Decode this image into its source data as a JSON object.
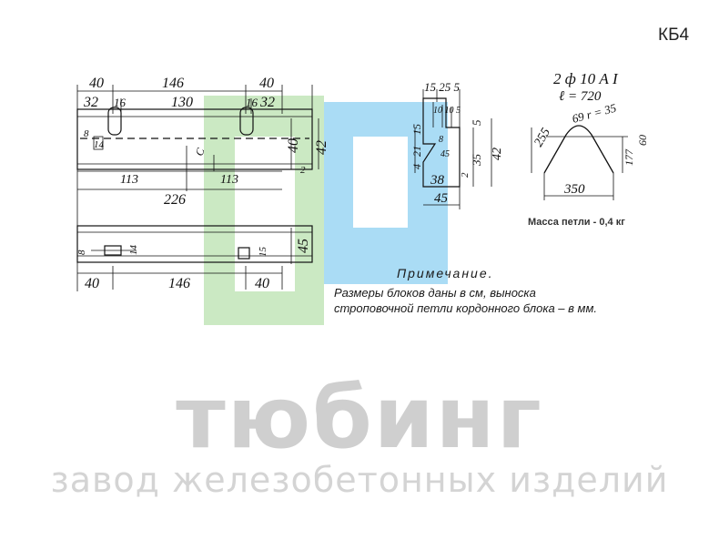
{
  "product_code": "КБ4",
  "loop_mass": "Масса петли - 0,4 кг",
  "note": {
    "title": "Примечание.",
    "line1": "Размеры блоков даны в см, выноска",
    "line2": "строповочной петли кордонного блока – в мм."
  },
  "watermark": {
    "name": "тюбинг",
    "subtitle": "завод железобетонных изделий",
    "logo_colors": [
      "#c8e8c0",
      "#a8dcf4"
    ]
  },
  "front_view": {
    "top_dims": [
      "40",
      "146",
      "40"
    ],
    "second_dims": [
      "32",
      "16",
      "130",
      "16",
      "32"
    ],
    "right_dims": [
      "40",
      "42"
    ],
    "left_marks": [
      "8",
      "14"
    ],
    "bottom_dims": [
      "113",
      "113"
    ],
    "total_length": "226",
    "center_mark": "C",
    "side_mark": "2"
  },
  "plan_view": {
    "left_marks": [
      "8",
      "14"
    ],
    "right_mark": "15",
    "width_dim": "45",
    "bottom_dims": [
      "40",
      "146",
      "40"
    ]
  },
  "section_view": {
    "top_dims": "15 25 5",
    "inner_dims": "10 10 5",
    "left_dims": [
      "4",
      "21",
      "15"
    ],
    "right_dims": [
      "5",
      "35",
      "42",
      "2"
    ],
    "base_dims": [
      "38",
      "45"
    ],
    "chamfer_labels": [
      "8",
      "45"
    ]
  },
  "loop_detail": {
    "spec": "2 ф 10 А I",
    "length": "ℓ = 720",
    "radius": "69  r = 35",
    "left_dim": "255",
    "right_dims": [
      "177",
      "60"
    ],
    "width_dim": "350"
  }
}
